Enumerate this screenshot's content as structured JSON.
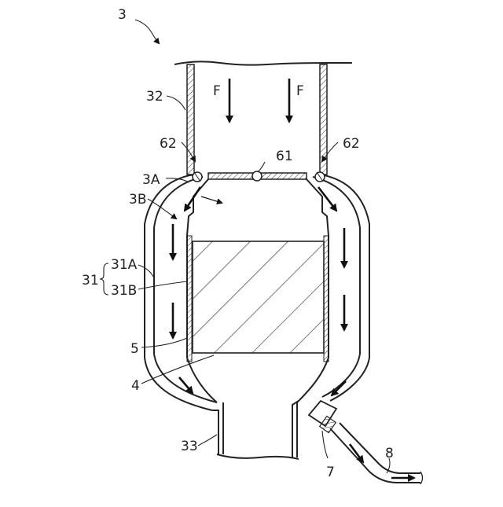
{
  "labels": {
    "device": "3",
    "upstream_pipe": "32",
    "flow": "F",
    "seal_left": "62",
    "seal_right": "62",
    "sensor_center": "61",
    "inner_path": "3A",
    "outer_path": "3B",
    "housing_group": "31",
    "housing_outer": "31A",
    "housing_inner": "31B",
    "mat": "5",
    "substrate": "4",
    "downstream_pipe": "33",
    "drain_fitting": "7",
    "drain_tube": "8"
  }
}
